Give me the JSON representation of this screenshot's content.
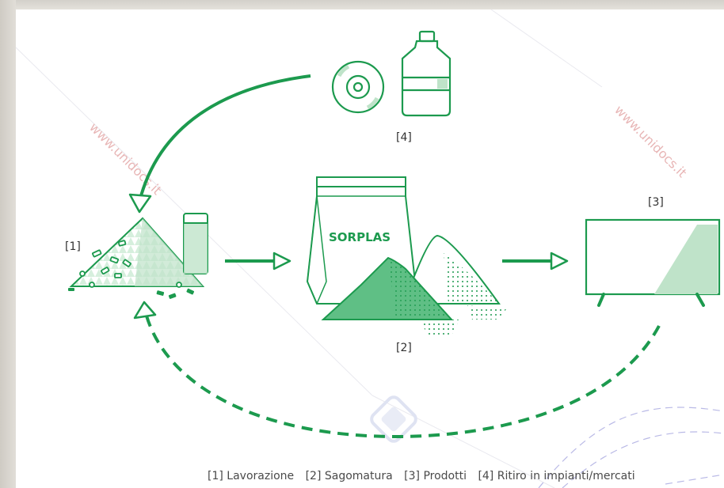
{
  "labels": {
    "step1": "[1]",
    "step2": "[2]",
    "step3": "[3]",
    "step4": "[4]",
    "bag_text": "SORPLAS"
  },
  "legend": {
    "item1": "[1] Lavorazione",
    "item2": "[2] Sagomatura",
    "item3": "[3] Prodotti",
    "item4": "[4] Ritiro in impianti/mercati"
  },
  "watermark": {
    "left": "www.unidocs.it",
    "right": "www.unidocs.it"
  },
  "colors": {
    "green": "#1c9a4e",
    "light_green": "#bfe3c9",
    "mid_green": "#5fbf85",
    "watermark": "#e8b6b6"
  },
  "icons": [
    "cd-icon",
    "water-jug-icon",
    "pile-icon",
    "bag-icon",
    "tv-icon"
  ]
}
